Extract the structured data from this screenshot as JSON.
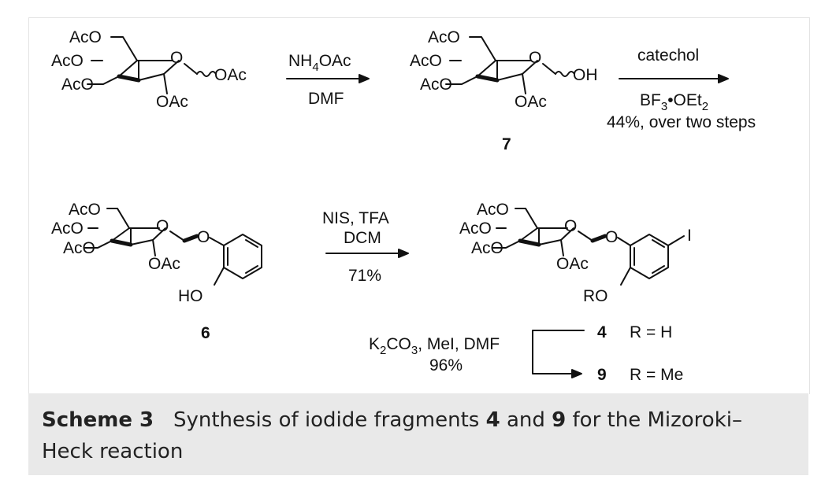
{
  "scheme": {
    "mol1": {
      "substituents": [
        "AcO",
        "AcO",
        "AcO",
        "O",
        "OAc",
        "OAc"
      ]
    },
    "step1": {
      "reagent_main": "NH",
      "reagent_sub": "4",
      "reagent_tail": "OAc",
      "solvent": "DMF"
    },
    "mol7": {
      "substituents": [
        "AcO",
        "AcO",
        "AcO",
        "O",
        "OH",
        "OAc"
      ],
      "label": "7"
    },
    "step2": {
      "reagent_top": "catechol",
      "reagent_bottom_main": "BF",
      "reagent_bottom_sub1": "3",
      "reagent_bottom_mid": "•OEt",
      "reagent_bottom_sub2": "2",
      "yield": "44%, over two steps"
    },
    "mol6": {
      "substituents": [
        "AcO",
        "AcO",
        "AcO",
        "O",
        "O",
        "OAc",
        "HO"
      ],
      "label": "6"
    },
    "step3": {
      "line1": "NIS, TFA",
      "line2": "DCM",
      "yield": "71%"
    },
    "mol_iodide": {
      "substituents": [
        "AcO",
        "AcO",
        "AcO",
        "O",
        "O",
        "OAc",
        "RO",
        "I"
      ]
    },
    "step4": {
      "reagent_a": "K",
      "reagent_sub": "2",
      "reagent_b": "CO",
      "reagent_sub2": "3",
      "reagent_c": ", MeI, DMF",
      "yield": "96%"
    },
    "products": [
      {
        "label": "4",
        "r_group": "R = H"
      },
      {
        "label": "9",
        "r_group": "R = Me"
      }
    ]
  },
  "caption": {
    "prefix": "Scheme 3",
    "text1": "Synthesis of iodide fragments",
    "bold1": "4",
    "text2": "and",
    "bold2": "9",
    "text3": "for the Mizoroki–",
    "line2": "Heck reaction"
  }
}
